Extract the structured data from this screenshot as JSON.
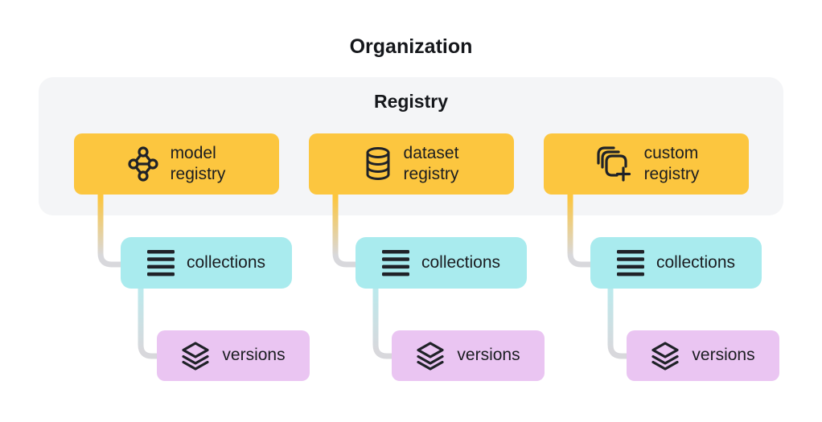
{
  "title": "Organization",
  "registry_panel": {
    "label": "Registry"
  },
  "columns": [
    {
      "registry": {
        "line1": "model",
        "line2": "registry",
        "icon": "model-registry-icon"
      },
      "collections": {
        "label": "collections",
        "icon": "collections-icon"
      },
      "versions": {
        "label": "versions",
        "icon": "versions-icon"
      }
    },
    {
      "registry": {
        "line1": "dataset",
        "line2": "registry",
        "icon": "dataset-registry-icon"
      },
      "collections": {
        "label": "collections",
        "icon": "collections-icon"
      },
      "versions": {
        "label": "versions",
        "icon": "versions-icon"
      }
    },
    {
      "registry": {
        "line1": "custom",
        "line2": "registry",
        "icon": "custom-registry-icon"
      },
      "collections": {
        "label": "collections",
        "icon": "collections-icon"
      },
      "versions": {
        "label": "versions",
        "icon": "versions-icon"
      }
    }
  ],
  "colors": {
    "gold": "#FCC63F",
    "teal": "#A9EBEE",
    "magenta": "#EAC5F2",
    "panel_gray": "#F4F5F7",
    "connector_gray": "#D8D8DC",
    "connector_teal_fade": "#BCE9EC",
    "ink": "#1F2228",
    "background": "#FFFFFF"
  }
}
